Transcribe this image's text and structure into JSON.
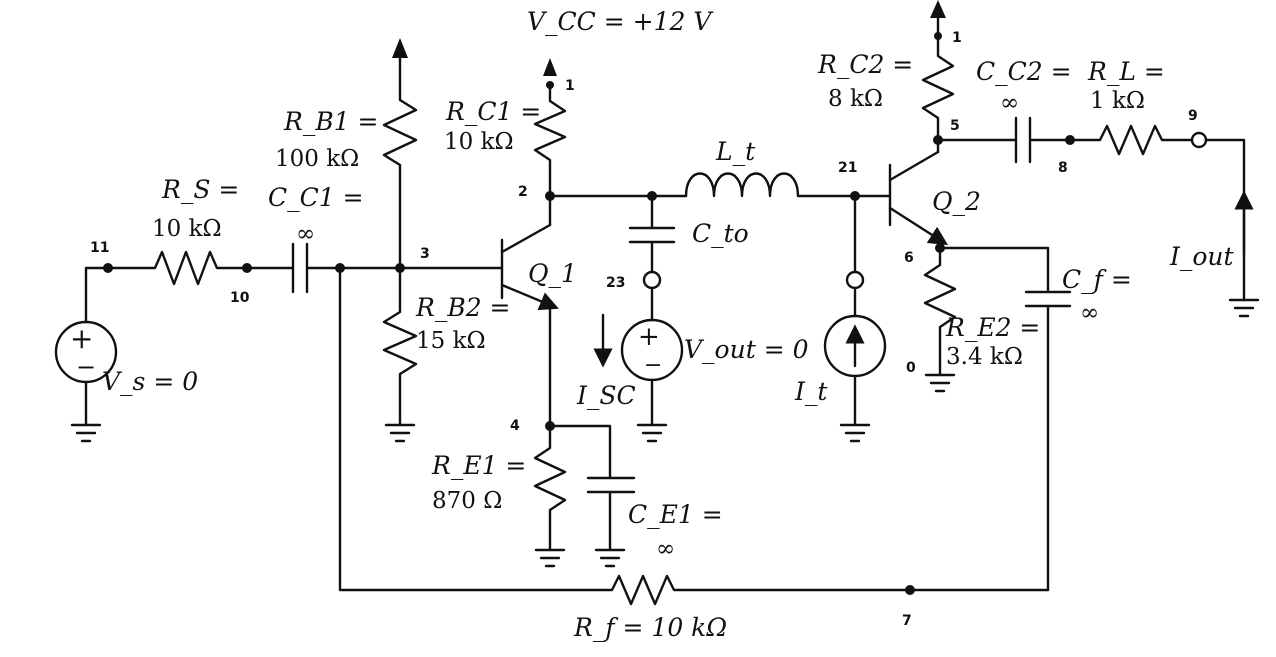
{
  "components": {
    "vcc": "V_CC = +12 V",
    "rs": {
      "name": "R_S =",
      "value": "10 kΩ"
    },
    "cc1": {
      "name": "C_C1 =",
      "value": "∞"
    },
    "rb1": {
      "name": "R_B1 =",
      "value": "100 kΩ"
    },
    "rb2": {
      "name": "R_B2 =",
      "value": "15 kΩ"
    },
    "rc1": {
      "name": "R_C1 =",
      "value": "10 kΩ"
    },
    "lt": {
      "name": "L_t"
    },
    "cto": {
      "name": "C_to"
    },
    "re1": {
      "name": "R_E1 =",
      "value": "870 Ω"
    },
    "ce1": {
      "name": "C_E1 =",
      "value": "∞"
    },
    "rc2": {
      "name": "R_C2 =",
      "value": "8 kΩ"
    },
    "cc2": {
      "name": "C_C2 =",
      "value": "∞"
    },
    "rl": {
      "name": "R_L =",
      "value": "1 kΩ"
    },
    "re2": {
      "name": "R_E2 =",
      "value": "3.4 kΩ"
    },
    "cf": {
      "name": "C_f =",
      "value": "∞"
    },
    "rf": {
      "name": "R_f = 10 kΩ"
    },
    "vs": {
      "name": "V_s = 0"
    },
    "vout": {
      "name": "V_out = 0"
    },
    "it": {
      "name": "I_t"
    },
    "isc": {
      "name": "I_SC"
    },
    "iout": {
      "name": "I_out"
    },
    "q1": {
      "name": "Q_1"
    },
    "q2": {
      "name": "Q_2"
    }
  },
  "nodes": {
    "n0": "0",
    "n1a": "1",
    "n1b": "1",
    "n2": "2",
    "n3": "3",
    "n4": "4",
    "n5": "5",
    "n6": "6",
    "n7": "7",
    "n8": "8",
    "n9": "9",
    "n10": "10",
    "n11": "11",
    "n21": "21",
    "n23": "23"
  }
}
